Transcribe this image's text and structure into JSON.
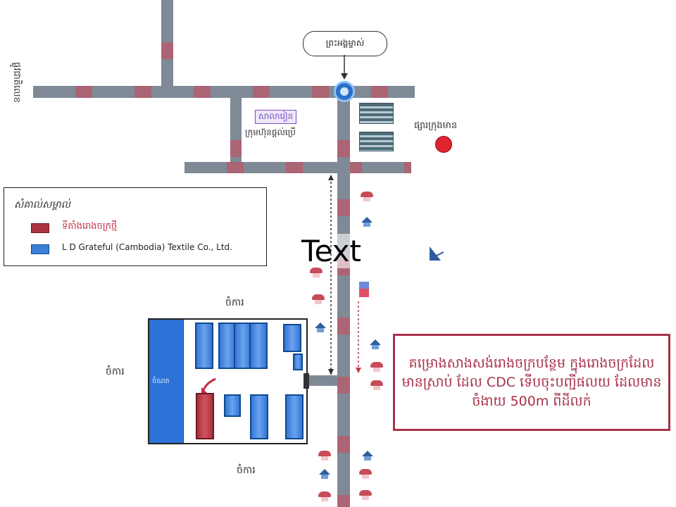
{
  "map": {
    "callout_label": "ព្រះអង្គម្ចាស់",
    "road_left_label": "ផ្លូវជាតិលេខ",
    "poi_label": "ផ្សារក្រុងមាន",
    "landmark_label": "សាលារៀន",
    "landmark_sublabel": "ក្រុមហ៊ុនផ្តល់ប្រើ",
    "overlay_text": "Text",
    "field_top_label": "ចំការ",
    "field_left_label": "ចំការ",
    "field_bottom_label": "ចំការ",
    "parking_label": "ចំណត",
    "colors": {
      "road": "#7f8a96",
      "poi_marker": "#e0242e",
      "accent": "#a8324a",
      "factory_blue": "#3476d8",
      "factory_red": "#a8333e"
    }
  },
  "legend": {
    "title": "សំគាល់សម្គាល់",
    "items": [
      {
        "label": "ទីតាំងរោងចក្រថ្មី",
        "color": "#a8333e"
      },
      {
        "label": "L D Grateful (Cambodia) Textile Co., Ltd.",
        "color": "#3c7fd6"
      }
    ]
  },
  "info_box": {
    "text": "គម្រោងសាងសង់រោងចក្របន្ថែម ក្នុងរោងចក្រដែលមានស្រាប់ ដែល CDC ទើបចុះបញ្ជីផលយ ដែលមានចំងាយ 500m ពីដីលក់"
  }
}
